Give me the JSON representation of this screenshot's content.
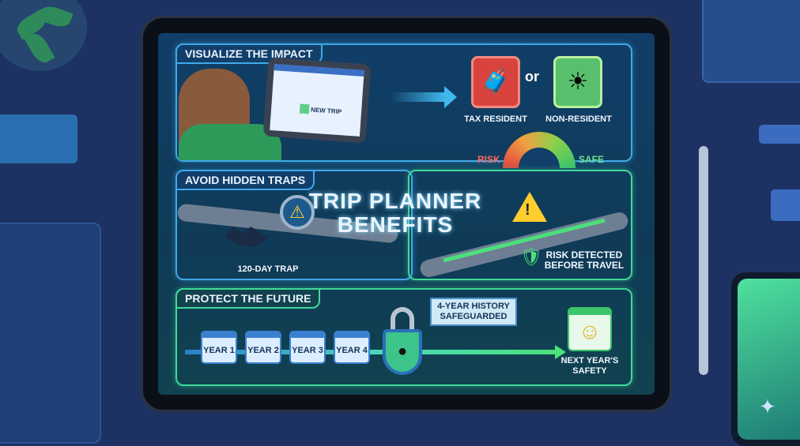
{
  "title": "TRIP PLANNER BENEFITS",
  "sections": {
    "impact": {
      "title": "VISUALIZE THE IMPACT",
      "tablet_label": "NEW TRIP",
      "connector": "or",
      "option_a": "TAX RESIDENT",
      "option_b": "NON-RESIDENT",
      "gauge_left": "RISK",
      "gauge_right": "SAFE"
    },
    "traps": {
      "title": "AVOID HIDDEN TRAPS",
      "trap_label": "120-DAY TRAP",
      "detected_label_1": "RISK DETECTED",
      "detected_label_2": "BEFORE TRAVEL"
    },
    "future": {
      "title": "PROTECT THE FUTURE",
      "years": [
        "YEAR 1",
        "YEAR 2",
        "YEAR 3",
        "YEAR 4"
      ],
      "banner_1": "4-YEAR HISTORY",
      "banner_2": "SAFEGUARDED",
      "next_1": "NEXT YEAR'S",
      "next_2": "SAFETY"
    }
  },
  "colors": {
    "blue_border": "#3fa9e8",
    "green_border": "#3fd89a",
    "risk": "#e0463f",
    "safe": "#3cc46a"
  }
}
